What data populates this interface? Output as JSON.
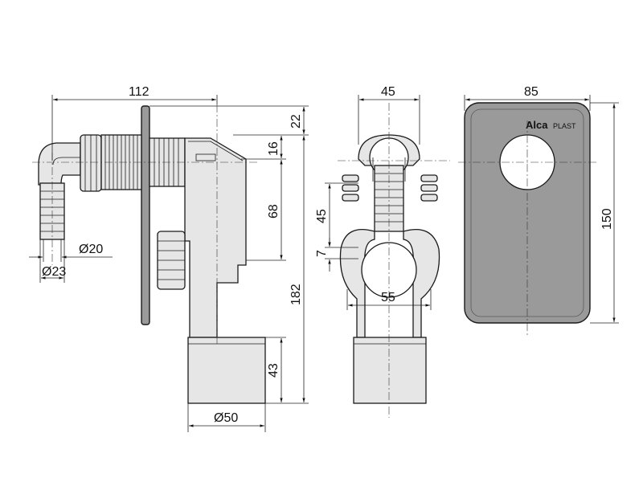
{
  "dimensions": {
    "side_width": "112",
    "side_top": "22",
    "side_16": "16",
    "side_68": "68",
    "side_182": "182",
    "side_43": "43",
    "hose_inner": "Ø20",
    "hose_outer": "Ø23",
    "outlet": "Ø50",
    "front_width": "45",
    "front_45": "45",
    "front_7": "7",
    "front_55": "55",
    "cover_width": "85",
    "cover_height": "150"
  },
  "logo": {
    "brand_bold": "Alca",
    "brand_light": "PLAST"
  },
  "colors": {
    "plate": "#9a9a9a",
    "part": "#e6e6e6",
    "line": "#1a1a1a"
  }
}
